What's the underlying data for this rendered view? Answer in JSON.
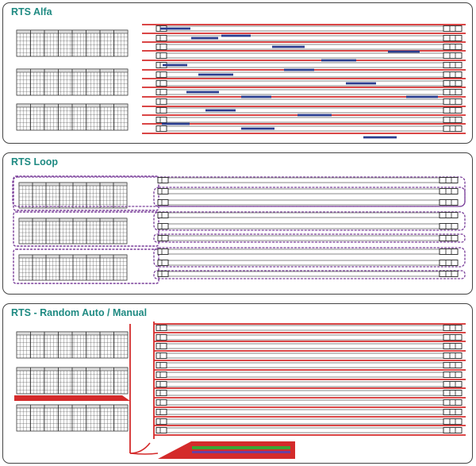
{
  "panels": [
    {
      "id": "alfa",
      "title": "RTS Alfa"
    },
    {
      "id": "loop",
      "title": "RTS Loop"
    },
    {
      "id": "random",
      "title": "RTS - Random Auto / Manual"
    }
  ],
  "colors": {
    "border": "#444444",
    "title": "#1f8a82",
    "rail_red": "#d42b2b",
    "trolley_blue": "#2a3d8f",
    "loop_purple": "#7a3f9a",
    "lane_gray": "#555555",
    "green_bar": "#3aa635",
    "purple_bar": "#6b3fa0"
  },
  "icons": {
    "rack": "storage-rack-icon",
    "lane_head": "lane-end-connector-icon",
    "lane_tail": "lane-buffer-icon"
  }
}
